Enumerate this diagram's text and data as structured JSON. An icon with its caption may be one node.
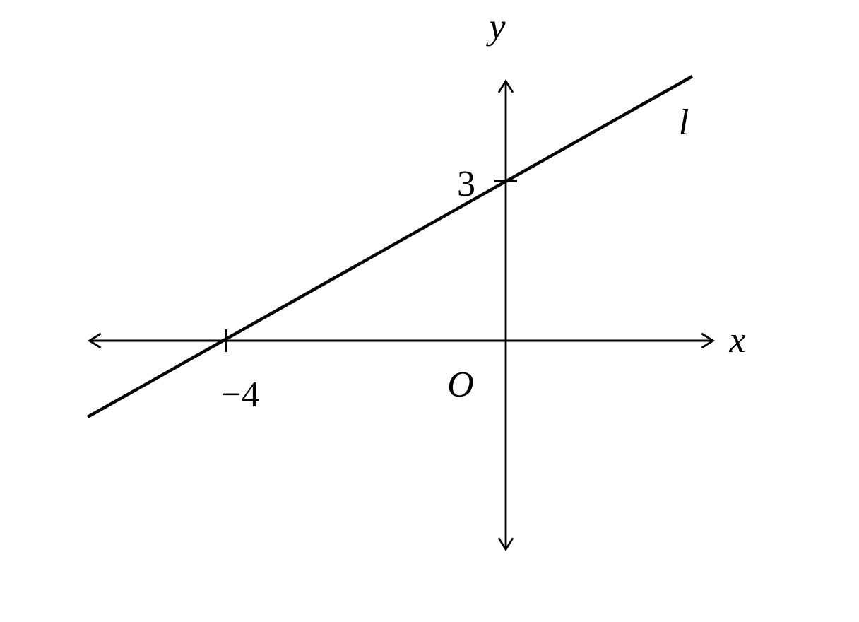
{
  "diagram": {
    "labels": [
      "y",
      "l",
      "3",
      "x",
      "−4",
      "O"
    ]
  }
}
